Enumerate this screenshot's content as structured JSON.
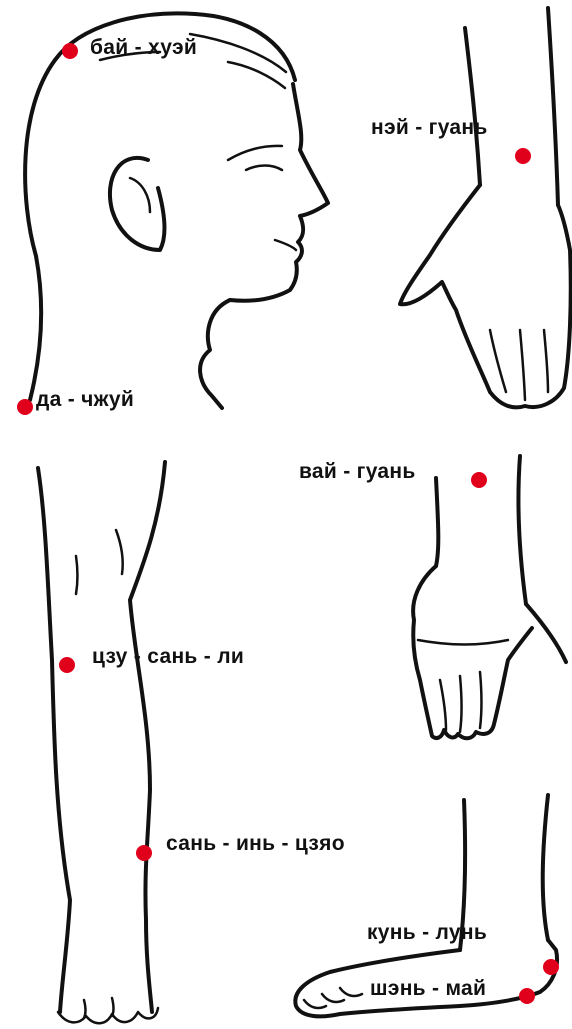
{
  "point_color": "#e0001b",
  "points": {
    "bai_huei": "бай - хуэй",
    "da_chzhui": "да - чжуй",
    "nei_guan": "нэй - гуань",
    "wai_guan": "вай - гуань",
    "tszu_san_li": "цзу - сань - ли",
    "san_in_tszyao": "сань - инь - цзяо",
    "kun_lun": "кунь - лунь",
    "shen_mai": "шэнь - май"
  }
}
